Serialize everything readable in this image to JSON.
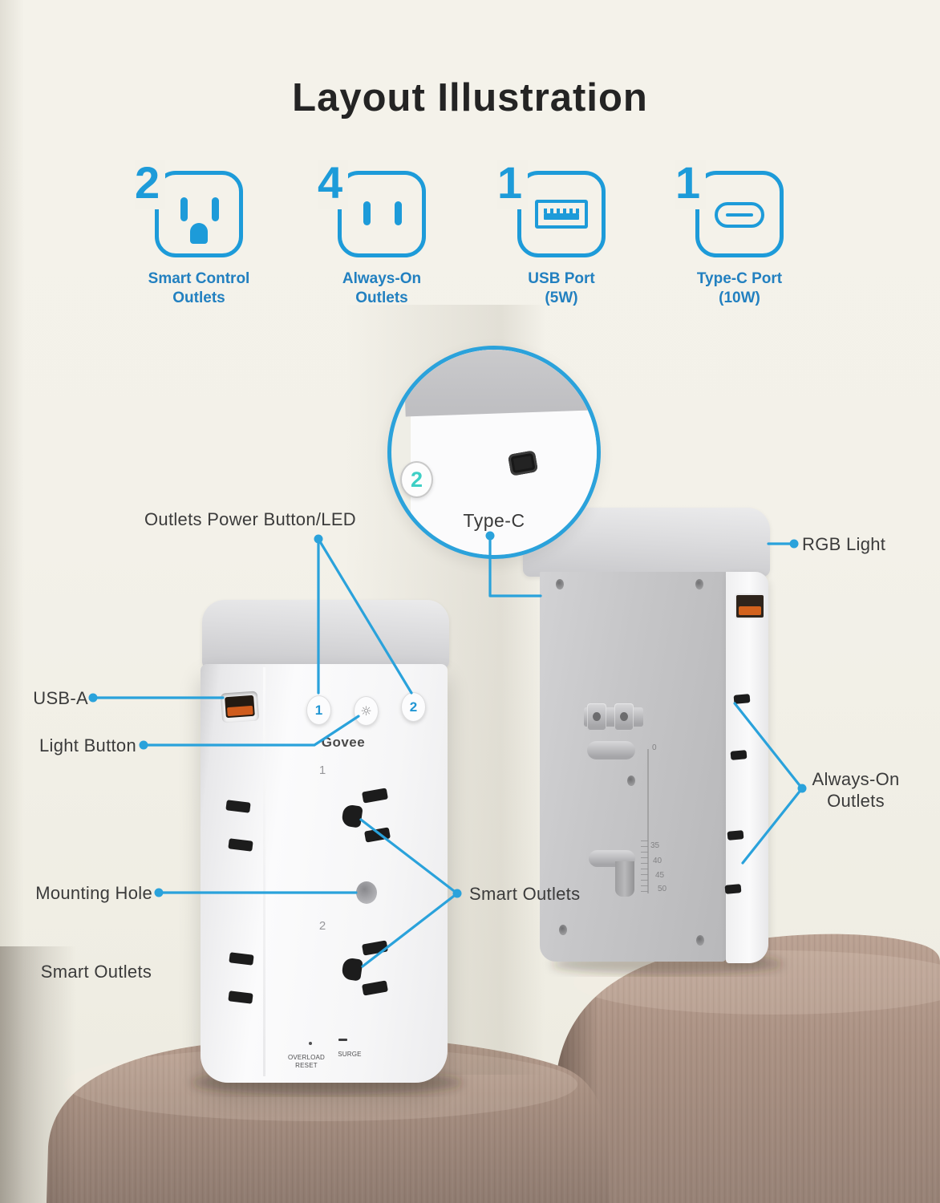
{
  "page": {
    "title": "Layout Illustration"
  },
  "colors": {
    "accent_blue": "#1d9bd9",
    "label_blue": "#2280c0",
    "line_blue": "#2aa2db",
    "teal": "#3ecfc5",
    "usb_orange": "#cf5c1d"
  },
  "features": [
    {
      "count": "2",
      "icon": "outlet-grounded-icon",
      "label_line1": "Smart Control",
      "label_line2": "Outlets"
    },
    {
      "count": "4",
      "icon": "outlet-two-slot-icon",
      "label_line1": "Always-On",
      "label_line2": "Outlets"
    },
    {
      "count": "1",
      "icon": "usb-a-port-icon",
      "label_line1": "USB Port",
      "label_line2": "(5W)"
    },
    {
      "count": "1",
      "icon": "type-c-port-icon",
      "label_line1": "Type-C Port",
      "label_line2": "(10W)"
    }
  ],
  "magnifier": {
    "badge": "2",
    "label": "Type-C"
  },
  "callouts": {
    "power_led": "Outlets Power Button/LED",
    "usb_a": "USB-A",
    "light_button": "Light Button",
    "mounting_hole": "Mounting Hole",
    "smart_outlets_left": "Smart Outlets",
    "smart_outlets_center": "Smart Outlets",
    "rgb_light": "RGB Light",
    "always_on_line1": "Always-On",
    "always_on_line2": "Outlets"
  },
  "device_front": {
    "brand": "Govee",
    "button1": "1",
    "light_button_glyph": "☼",
    "button2": "2",
    "outlet1_num": "1",
    "outlet2_num": "2",
    "overload_line1": "OVERLOAD",
    "overload_line2": "RESET",
    "surge": "SURGE"
  },
  "device_back": {
    "scale_marks": [
      "0",
      "35",
      "40",
      "45",
      "50"
    ]
  }
}
